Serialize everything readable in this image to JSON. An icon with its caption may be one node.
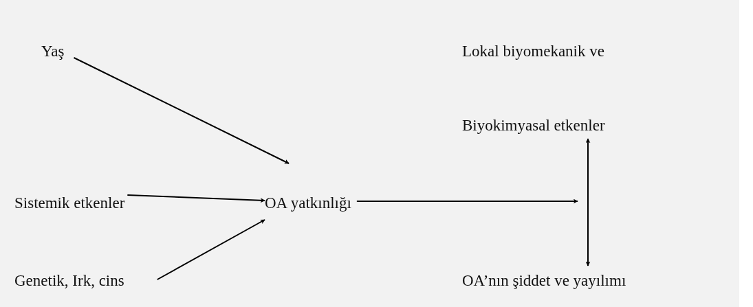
{
  "diagram": {
    "nodes": [
      {
        "text": [
          "Yaş"
        ]
      },
      {
        "text": [
          "Sistemik etkenler"
        ]
      },
      {
        "text": [
          "Genetik, Irk, cins"
        ]
      },
      {
        "text": [
          "OA yatkınlığı"
        ]
      },
      {
        "text": [
          "Lokal biyomekanik ve",
          "Biyokimyasal etkenler"
        ]
      },
      {
        "text": [
          "OA’nın şiddet ve yayılımı"
        ]
      }
    ],
    "edges": [
      {
        "from": 0,
        "to": 3,
        "arrow": "to"
      },
      {
        "from": 1,
        "to": 3,
        "arrow": "to"
      },
      {
        "from": 2,
        "to": 3,
        "arrow": "to"
      },
      {
        "from": 3,
        "to": null,
        "arrow": "to"
      },
      {
        "from": 4,
        "to": 5,
        "arrow": "both"
      }
    ]
  }
}
